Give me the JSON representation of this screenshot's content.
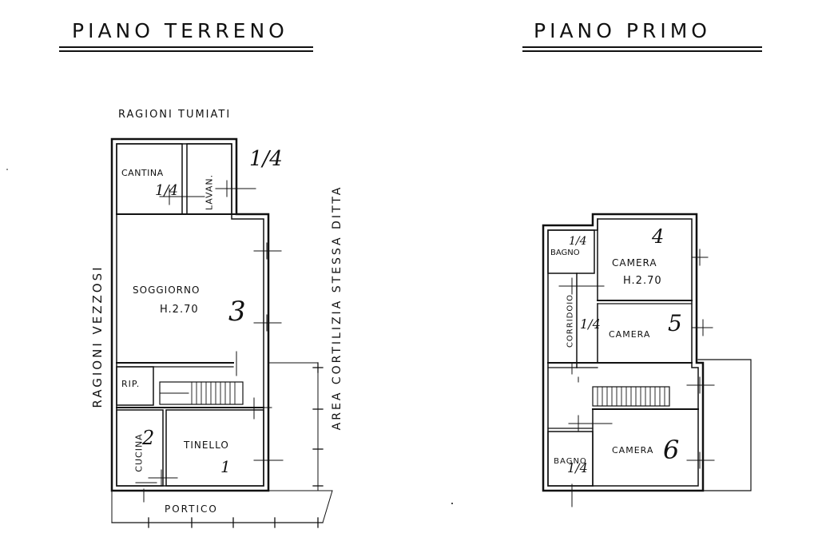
{
  "titles": {
    "ground": "PIANO TERRENO",
    "first": "PIANO PRIMO"
  },
  "ground_floor": {
    "neighbor_top": "RAGIONI TUMIATI",
    "neighbor_left": "RAGIONI VEZZOSI",
    "right_text": "AREA CORTILIZIA STESSA DITTA",
    "bottom_label": "PORTICO",
    "rooms": {
      "cantina": "CANTINA",
      "lavan": "LAVAN.",
      "soggiorno": "SOGGIORNO",
      "soggiorno_h": "H.2.70",
      "rip": "RIP.",
      "cucina": "CUCINA",
      "tinello": "TINELLO"
    },
    "marks": {
      "cantina": "1/4",
      "lavan": "1/4",
      "soggiorno": "3",
      "cucina": "2",
      "tinello": "1"
    }
  },
  "first_floor": {
    "rooms": {
      "bagno_top": "BAGNO",
      "camera4": "CAMERA",
      "camera4_h": "H.2.70",
      "corridoio": "CORRIDOIO",
      "camera5": "CAMERA",
      "bagno_bottom": "BAGNO",
      "camera6": "CAMERA"
    },
    "marks": {
      "bagno_top": "1/4",
      "camera4": "4",
      "corridoio": "1/4",
      "camera5": "5",
      "bagno_bottom": "1/4",
      "camera6": "6"
    }
  }
}
